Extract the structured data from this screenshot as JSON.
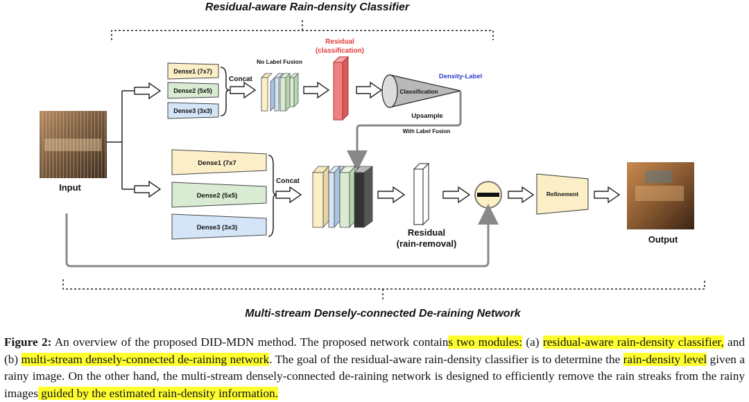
{
  "titles": {
    "top": "Residual-aware  Rain-density Classifier",
    "bottom": "Multi-stream Densely-connected De-raining Network"
  },
  "labels": {
    "input": "Input",
    "output": "Output",
    "concat": "Concat",
    "no_label_fusion": "No Label Fusion",
    "residual_cls_1": "Residual",
    "residual_cls_2": "(classification)",
    "classification": "Classification",
    "density_label": "Density-Label",
    "upsample": "Upsample",
    "with_label_fusion": "With Label Fusion",
    "residual_rr_1": "Residual",
    "residual_rr_2": "(rain-removal)",
    "refinement": "Refinement",
    "top_dense": [
      "Dense1 (7x7)",
      "Dense2 (5x5)",
      "Dense3 (3x3)"
    ],
    "bottom_dense": [
      "Dense1 (7x7",
      "Dense2 (5x5)",
      "Dense3 (3x3)"
    ]
  },
  "colors": {
    "dense1": "#fcefc7",
    "dense2": "#d9ecd3",
    "dense3": "#d4e5f7",
    "residual_classification": "#f08080",
    "residual_label": "#e23a3a",
    "density_label": "#2f3fc8",
    "highlight": "#ffff2e"
  },
  "caption": {
    "fig_label": "Figure 2:",
    "seg1": " An overview of the proposed DID-MDN method. The proposed network contain",
    "hl1": "s two modules:",
    "seg2": " (a) ",
    "hl2": "residual-aware rain-density classifier,",
    "seg3": " and (b) ",
    "hl3": "multi-stream densely-connected de-raining network",
    "seg4": ". The goal of the residual-aware rain-density classifier is to determine the ",
    "hl4": "rain-density level",
    "seg5": " given a rainy image.  On the other hand, the multi-stream densely-connected de-raining network is designed to efficiently remove the rain streaks from the rainy images",
    "hl5": " guided by the estimated rain-density information."
  }
}
